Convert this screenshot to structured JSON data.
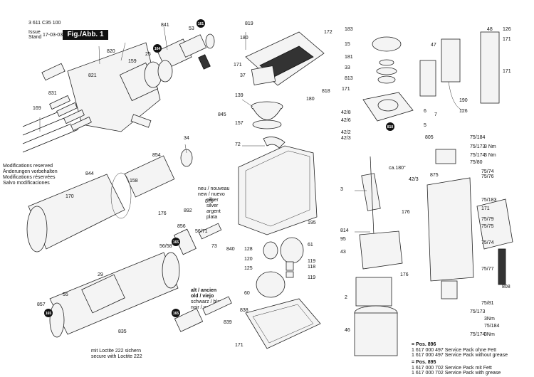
{
  "header": {
    "part_number": "3 611 C35 100",
    "issue_label": "Issue",
    "stand_label": "Stand",
    "issue_date": "17-03-03",
    "fig_label": "Fig./Abb. 1"
  },
  "modifications_notice": [
    "Modifications reserved",
    "Änderungen vorbehalten",
    "Modifications réservées",
    "Salvo modificaciones"
  ],
  "color_notes": {
    "new": [
      "neu / nouveau",
      "new / nuevo",
      "silber",
      "silver",
      "argent",
      "plata"
    ],
    "old": [
      "alt / ancien",
      "old / viejo",
      "schwarz / black",
      "noir / negro"
    ]
  },
  "footer_notes": {
    "loctite": [
      "mit Loctite 222 sichern",
      "secure with Loctite 222"
    ],
    "pos896": [
      "= Pos. 896",
      "1 617 000 497 Service Pack ohne Fett",
      "1 617 000 497 Service Pack without grease"
    ],
    "pos895": [
      "= Pos. 895",
      "1 617 000 702 Service Pack mit Fett",
      "1 617 000 702 Service Pack with grease"
    ]
  },
  "angle_label": "ca.180°",
  "torques": [
    "3 Nm",
    "3 Nm",
    "3Nm",
    "3Nm"
  ],
  "circled_refs": [
    "161",
    "164",
    "165",
    "165",
    "165",
    "810"
  ],
  "labels": [
    "841",
    "53",
    "820",
    "25",
    "159",
    "821",
    "831",
    "169",
    "34",
    "854",
    "844",
    "158",
    "170",
    "176",
    "29",
    "55",
    "857",
    "835",
    "56/58",
    "56/71",
    "892",
    "856",
    "73",
    "870",
    "819",
    "180",
    "172",
    "37",
    "171",
    "818",
    "180",
    "139",
    "845",
    "157",
    "72",
    "195",
    "840",
    "128",
    "120",
    "125",
    "60",
    "61",
    "119",
    "118",
    "119",
    "838",
    "839",
    "171",
    "183",
    "15",
    "181",
    "33",
    "813",
    "171",
    "42/8",
    "42/6",
    "42/2",
    "42/3",
    "3",
    "42/3",
    "814",
    "95",
    "43",
    "176",
    "2",
    "46",
    "48",
    "126",
    "171",
    "47",
    "171",
    "190",
    "126",
    "5",
    "6",
    "7",
    "805",
    "75/184",
    "75/173",
    "75/174",
    "75/80",
    "875",
    "75/74",
    "75/76",
    "75/183",
    "171",
    "75/79",
    "75/75",
    "75/74",
    "75/77",
    "808",
    "75/81",
    "75/173",
    "75/184",
    "75/174",
    "176"
  ],
  "colors": {
    "accent": "#111111",
    "background": "#ffffff"
  }
}
